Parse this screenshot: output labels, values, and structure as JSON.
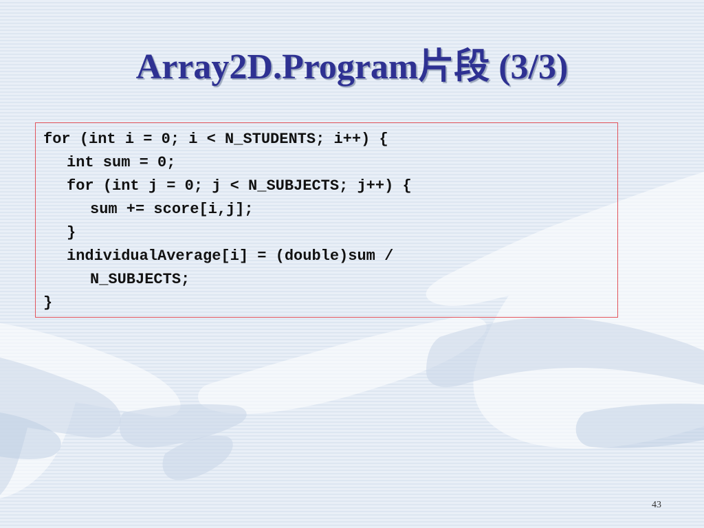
{
  "slide": {
    "title": "Array2D.Program片段 (3/3)",
    "page_number": "43"
  },
  "code": {
    "lines": [
      "for (int i = 0; i < N_STUDENTS; i++) {",
      "int sum = 0;",
      "for (int j = 0; j < N_SUBJECTS; j++) {",
      "sum += score[i,j];",
      "}",
      "individualAverage[i] = (double)sum /",
      "N_SUBJECTS;",
      "}"
    ]
  },
  "colors": {
    "title": "#2e3192",
    "code_border": "#e2535b",
    "code_text": "#111111",
    "background": "#e6edf6"
  }
}
